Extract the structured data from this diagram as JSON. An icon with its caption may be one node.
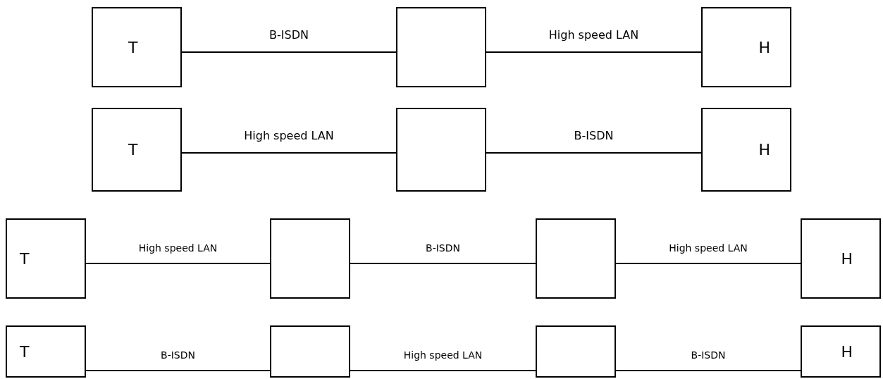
{
  "diagram": {
    "nodes": [
      {
        "text": [
          "T"
        ]
      },
      {
        "text": [],
        "shape": "box"
      },
      {
        "text": [
          "H"
        ]
      },
      {
        "text": [
          "T"
        ]
      },
      {
        "text": [],
        "shape": "box"
      },
      {
        "text": [
          "H"
        ]
      },
      {
        "text": [
          "T"
        ]
      },
      {
        "text": [],
        "shape": "box"
      },
      {
        "text": [],
        "shape": "box"
      },
      {
        "text": [
          "H"
        ]
      },
      {
        "text": [
          "T"
        ]
      },
      {
        "text": [],
        "shape": "box"
      },
      {
        "text": [],
        "shape": "box"
      },
      {
        "text": [
          "H"
        ]
      }
    ],
    "edges": [
      {
        "from": 0,
        "to": 1,
        "arrow": "none",
        "label": "B-ISDN"
      },
      {
        "from": 1,
        "to": 2,
        "arrow": "none",
        "label": "High speed LAN"
      },
      {
        "from": 3,
        "to": 4,
        "arrow": "none",
        "label": "High speed LAN"
      },
      {
        "from": 4,
        "to": 5,
        "arrow": "none",
        "label": "B-ISDN"
      },
      {
        "from": 6,
        "to": 7,
        "arrow": "none",
        "label": "High speed LAN"
      },
      {
        "from": 7,
        "to": 8,
        "arrow": "none",
        "label": "B-ISDN"
      },
      {
        "from": 8,
        "to": 9,
        "arrow": "none",
        "label": "High speed LAN"
      },
      {
        "from": 10,
        "to": 11,
        "arrow": "none",
        "label": "B-ISDN"
      },
      {
        "from": 11,
        "to": 12,
        "arrow": "none",
        "label": "High speed LAN"
      },
      {
        "from": 12,
        "to": 13,
        "arrow": "none",
        "label": "B-ISDN"
      }
    ]
  }
}
